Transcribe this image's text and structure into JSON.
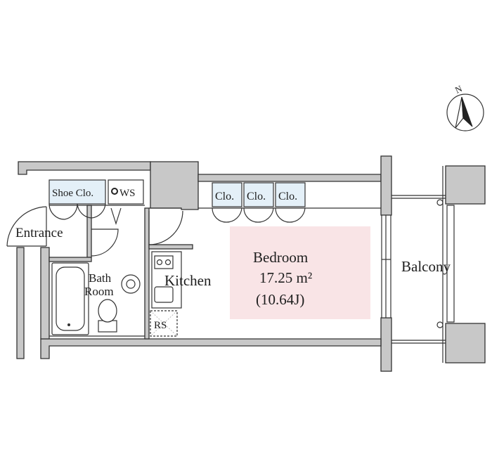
{
  "compass": {
    "label": "N",
    "icon": "north-arrow-icon"
  },
  "rooms": {
    "entrance": "Entrance",
    "shoe_closet": "Shoe Clo.",
    "ws": "WS",
    "bath_line1": "Bath",
    "bath_line2": "Room",
    "kitchen": "Kitchen",
    "rs": "RS",
    "closets": [
      "Clo.",
      "Clo.",
      "Clo."
    ],
    "bedroom": {
      "name": "Bedroom",
      "area": "17.25 m²",
      "jo": "(10.64J)"
    },
    "balcony": "Balcony"
  },
  "colors": {
    "wall": "#c8c8c8",
    "line": "#333333",
    "closet_fill": "#e4f0f8",
    "bedroom_highlight": "#f9e4e6"
  }
}
